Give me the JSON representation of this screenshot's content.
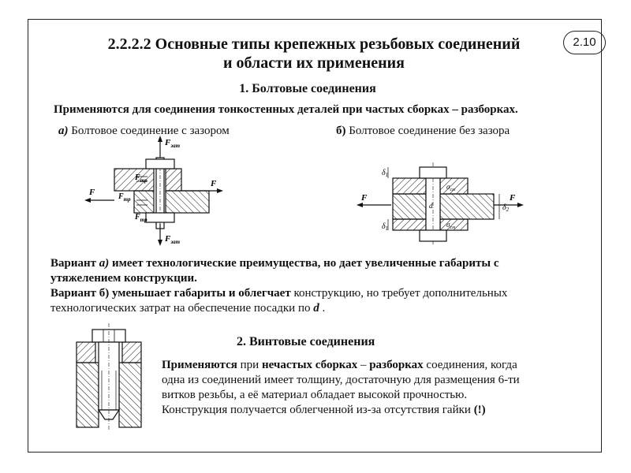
{
  "header": {
    "title_line1": "2.2.2.2 Основные типы крепежных резьбовых соединений",
    "title_line2": "и области их применения",
    "slide_number": "2.10"
  },
  "section1": {
    "heading": "1. Болтовые соединения",
    "applies": "Применяются для соединения тонкостенных деталей при частых сборках – разборках.",
    "variant_a_letter": "а)",
    "variant_a_label": "Болтовое соединение с зазором",
    "variant_b_letter": "б)",
    "variant_b_label": "Болтовое соединение без зазора"
  },
  "diagram_a_labels": {
    "F": "F",
    "F_zat": "F",
    "zat_sub": "зат",
    "F_tr": "F",
    "tr_sub": "тр"
  },
  "diagram_b_labels": {
    "F": "F",
    "delta1": "δ",
    "delta1_sub": "1",
    "delta2": "δ",
    "delta2_sub": "2",
    "sigma_sm": "σ",
    "sm_sub": "см",
    "d": "d"
  },
  "variants_text": {
    "line1_part1": "Вариант ",
    "line1_letter": "а)",
    "line1_part2": " имеет технологические преимущества, но дает увеличенные габариты с",
    "line2": "утяжелением конструкции.",
    "line3_bold": "Вариант б) уменьшает габариты и облегчает",
    "line3_rest": " конструкцию, но требует дополнительных",
    "line4_part1": "технологических затрат на обеспечение посадки по ",
    "line4_d": "d",
    "line4_end": " ."
  },
  "section2": {
    "heading": "2. Винтовые соединения",
    "p1_bold1": "Применяются",
    "p1_mid1": " при ",
    "p1_bold2": "нечастых сборках",
    "p1_mid2": " – ",
    "p1_bold3": "разборках",
    "p1_end": " соединения, когда",
    "p2": "одна из соединений имеет толщину, достаточную для размещения 6-ти",
    "p3": "витков резьбы, а её материал обладает высокой прочностью.",
    "p4_main": "Конструкция получается облегченной из-за отсутствия гайки ",
    "p4_bold": "(!)"
  }
}
